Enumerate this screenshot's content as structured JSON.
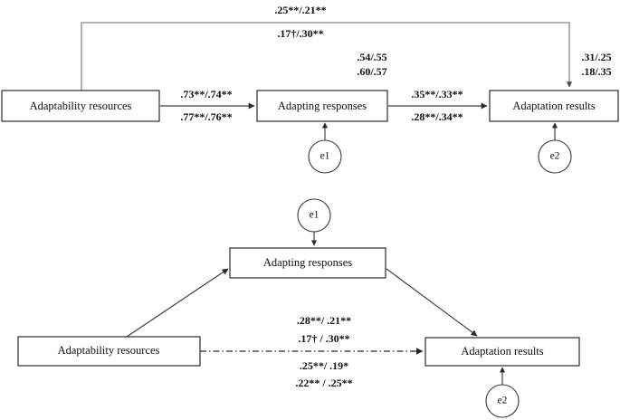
{
  "figure": {
    "background": "#ffffff",
    "line_color": "#3d3d3d",
    "box_stroke": "#2b2b2b",
    "text_color": "#111111"
  },
  "chart_data": {
    "type": "diagram",
    "title": "",
    "subtitle": "",
    "description": "Two path/mediation diagrams showing Adaptability resources, Adapting responses and Adaptation results with standardized coefficients",
    "panels": [
      {
        "id": "top-panel",
        "nodes": [
          {
            "id": "adaptability-resources",
            "label": "Adaptability resources"
          },
          {
            "id": "adapting-responses",
            "label": "Adapting responses"
          },
          {
            "id": "adaptation-results",
            "label": "Adaptation results"
          },
          {
            "id": "e1",
            "label": "e1"
          },
          {
            "id": "e2",
            "label": "e2"
          }
        ],
        "paths": [
          {
            "from": "adaptability-resources",
            "to": "adaptation-results",
            "labels": [
              ".25**/.21**",
              ".17†/.30**"
            ]
          },
          {
            "from": "adaptability-resources",
            "to": "adapting-responses",
            "labels": [
              ".73**/.74**",
              ".77**/.76**"
            ]
          },
          {
            "from": "adapting-responses",
            "to": "adaptation-results",
            "labels": [
              ".35**/.33**",
              ".28**/.34**"
            ]
          }
        ],
        "variance_explained": [
          {
            "node": "adapting-responses",
            "labels": [
              ".54/.55",
              ".60/.57"
            ]
          },
          {
            "node": "adaptation-results",
            "labels": [
              ".31/.25",
              ".18/.35"
            ]
          }
        ]
      },
      {
        "id": "bottom-panel",
        "nodes": [
          {
            "id": "adaptability-resources",
            "label": "Adaptability resources"
          },
          {
            "id": "adapting-responses",
            "label": "Adapting responses"
          },
          {
            "id": "adaptation-results",
            "label": "Adaptation results"
          },
          {
            "id": "e1",
            "label": "e1"
          },
          {
            "id": "e2",
            "label": "e2"
          }
        ],
        "paths": [
          {
            "from": "adaptability-resources",
            "to": "adapting-responses",
            "labels": []
          },
          {
            "from": "adapting-responses",
            "to": "adaptation-results",
            "labels": []
          },
          {
            "from": "adaptability-resources",
            "to": "adaptation-results",
            "style": "dash-dot",
            "labels_above": [
              ".28**/ .21**",
              ".17† / .30**"
            ],
            "labels_below": [
              ".25**/ .19*",
              ".22** / .25**"
            ]
          }
        ]
      }
    ]
  },
  "top": {
    "box_resources": "Adaptability resources",
    "box_responses": "Adapting responses",
    "box_results": "Adaptation results",
    "err1": "e1",
    "err2": "e2",
    "direct_line1": ".25**/.21**",
    "direct_line2": ".17†/.30**",
    "a_line1": ".73**/.74**",
    "a_line2": ".77**/.76**",
    "b_line1": ".35**/.33**",
    "b_line2": ".28**/.34**",
    "r2_responses_line1": ".54/.55",
    "r2_responses_line2": ".60/.57",
    "r2_results_line1": ".31/.25",
    "r2_results_line2": ".18/.35"
  },
  "bottom": {
    "box_resources": "Adaptability resources",
    "box_responses": "Adapting responses",
    "box_results": "Adaptation results",
    "err1": "e1",
    "err2": "e2",
    "c_above_line1": ".28**/ .21**",
    "c_above_line2": ".17† / .30**",
    "c_below_line1": ".25**/ .19*",
    "c_below_line2": ".22** / .25**"
  }
}
